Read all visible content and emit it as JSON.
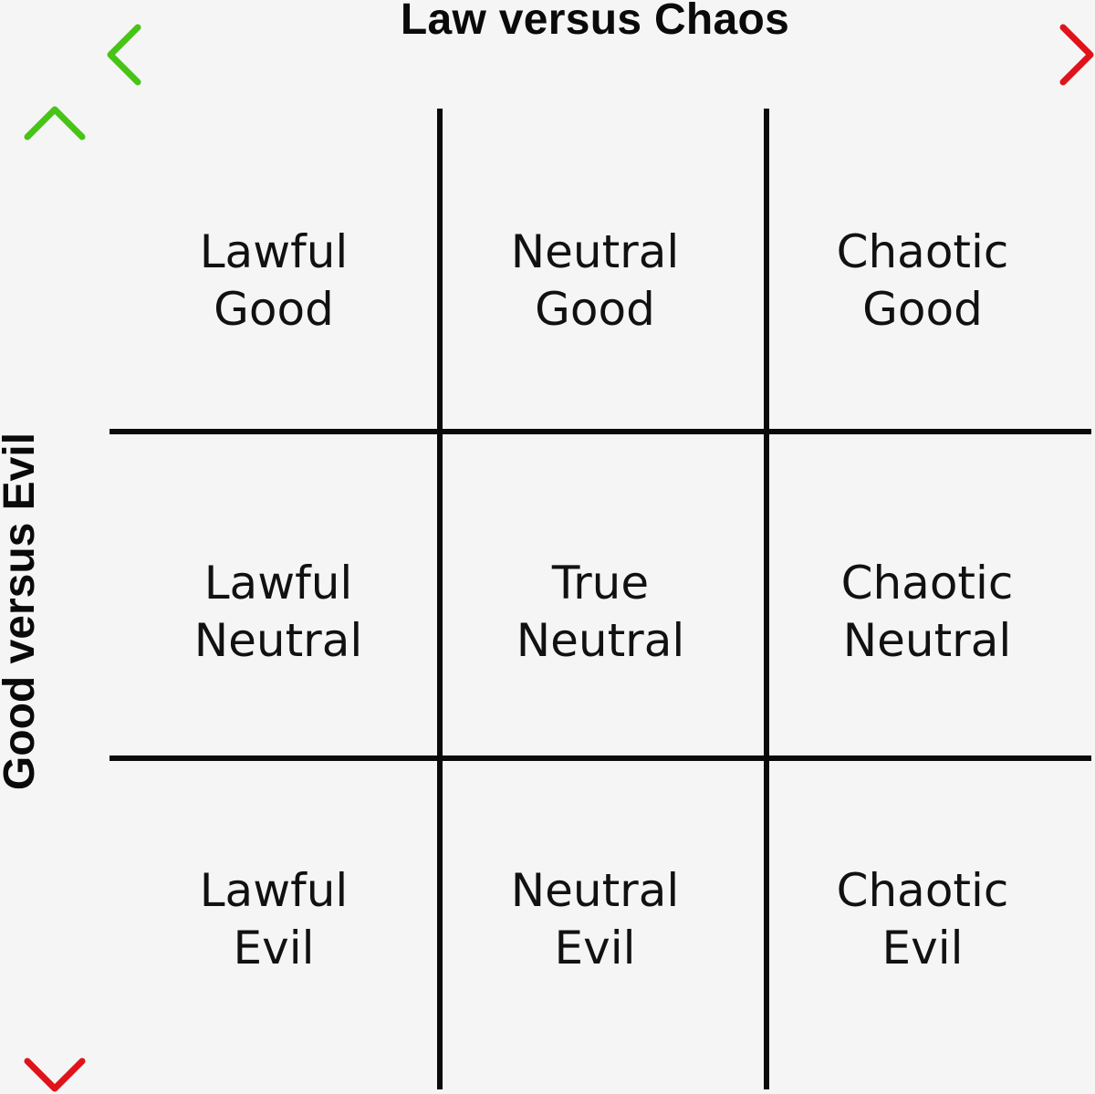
{
  "axes": {
    "x_title": "Law versus Chaos",
    "y_title": "Good versus Evil",
    "x_arrow_colors": [
      "#47c417",
      "#e0131a"
    ],
    "y_arrow_colors": [
      "#47c417",
      "#e0131a"
    ]
  },
  "grid": {
    "line_color": "#0a0a0a",
    "cells": [
      {
        "line1": "Lawful",
        "line2": "Good"
      },
      {
        "line1": "Neutral",
        "line2": "Good"
      },
      {
        "line1": "Chaotic",
        "line2": "Good"
      },
      {
        "line1": "Lawful",
        "line2": "Neutral"
      },
      {
        "line1": "True",
        "line2": "Neutral"
      },
      {
        "line1": "Chaotic",
        "line2": "Neutral"
      },
      {
        "line1": "Lawful",
        "line2": "Evil"
      },
      {
        "line1": "Neutral",
        "line2": "Evil"
      },
      {
        "line1": "Chaotic",
        "line2": "Evil"
      }
    ]
  }
}
